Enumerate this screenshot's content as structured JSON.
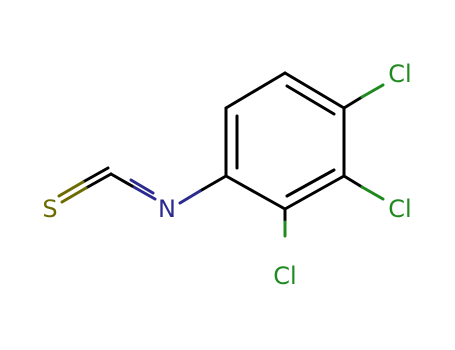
{
  "molecule": {
    "atoms": {
      "sulfur": {
        "label": "S",
        "color": "#6b6b00"
      },
      "nitrogen": {
        "label": "N",
        "color": "#2b2b8f"
      },
      "chlorine_top": {
        "label": "Cl",
        "color": "#1f8a1f"
      },
      "chlorine_mid": {
        "label": "Cl",
        "color": "#1f8a1f"
      },
      "chlorine_bottom": {
        "label": "Cl",
        "color": "#1f8a1f"
      }
    },
    "bond_color": "#000000"
  }
}
